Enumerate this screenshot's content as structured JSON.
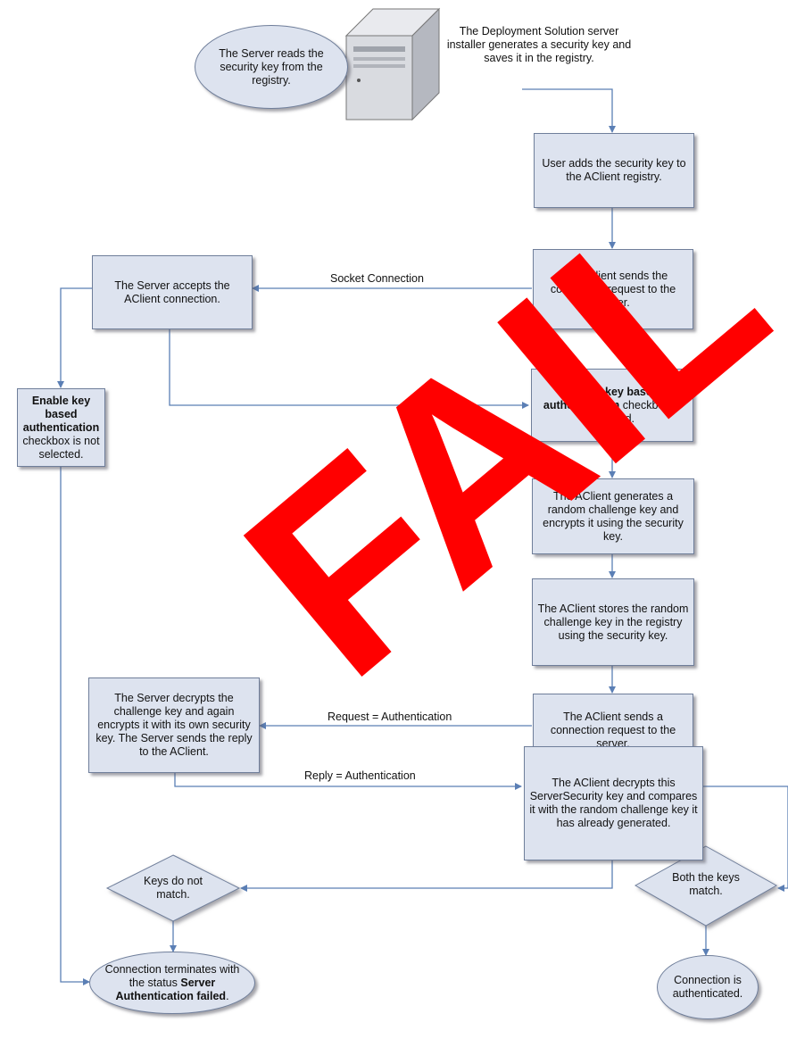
{
  "nodes": {
    "server_reads": "The Server reads the security key from the registry.",
    "installer_generates": "The Deployment Solution server installer generates a security key and saves it in the registry.",
    "user_adds": "User adds the security key to the AClient registry.",
    "aclient_sends_connection": "The AClient sends the connection request to the server.",
    "server_accepts": "The Server accepts the AClient connection.",
    "enable_key_selected_bold": "Enable key based authentication",
    "enable_key_selected_rest": "checkbox is selected.",
    "enable_key_not_selected_bold": "Enable key based authentication",
    "enable_key_not_selected_rest": "checkbox is not selected.",
    "aclient_generates": "The AClient generates a random challenge key and encrypts it using the security key.",
    "aclient_stores": "The AClient stores the random challenge key in the registry using the security key.",
    "aclient_sends_request": "The AClient sends a connection request to the server.",
    "server_decrypts": "The Server decrypts the challenge key and again encrypts it with its own security key. The Server sends the reply to the AClient.",
    "aclient_decrypts": "The AClient decrypts this ServerSecurity key and compares it with the random challenge key it has already generated.",
    "keys_not_match": "Keys do not match.",
    "keys_match": "Both the keys match.",
    "terminates_prefix": "Connection terminates with the status",
    "terminates_bold": "Server Authentication failed",
    "terminates_suffix": ".",
    "authenticated": "Connection is authenticated."
  },
  "edge_labels": {
    "socket": "Socket Connection",
    "request": "Request = Authentication",
    "reply": "Reply = Authentication"
  },
  "stamp": "FAIL",
  "colors": {
    "box_fill": "#dde3ef",
    "box_border": "#6f7e9a",
    "arrow": "#5b7fb5",
    "stamp": "#ff0000"
  }
}
